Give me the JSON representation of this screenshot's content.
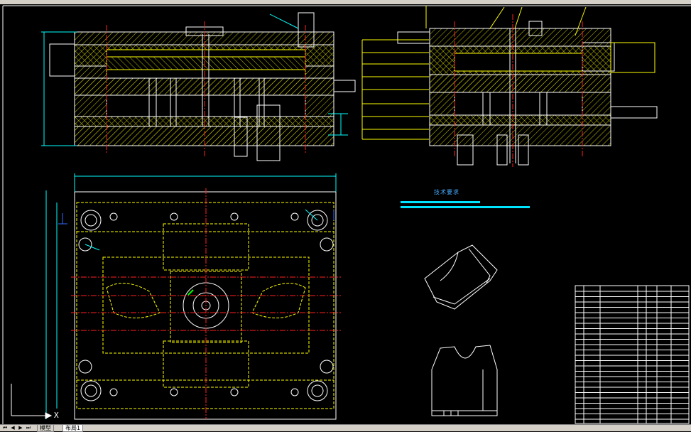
{
  "colors": {
    "background": "#000000",
    "outline": "#ffffff",
    "hatch": "#d6d600",
    "part": "#ffff00",
    "centerline": "#ff2020",
    "dimension": "#00ffff",
    "note_bar": "#00e5ff",
    "accent_green": "#00ff00",
    "accent_blue": "#2f6bff"
  },
  "drawing": {
    "tech_requirements_label": "技术要求",
    "ucs_label": "X"
  },
  "layout_tabs": {
    "model_label": "模型",
    "layout1_label": "布局1"
  },
  "icons": {
    "first": "first-tab-icon",
    "prev": "prev-tab-icon",
    "next": "next-tab-icon",
    "last": "last-tab-icon"
  }
}
